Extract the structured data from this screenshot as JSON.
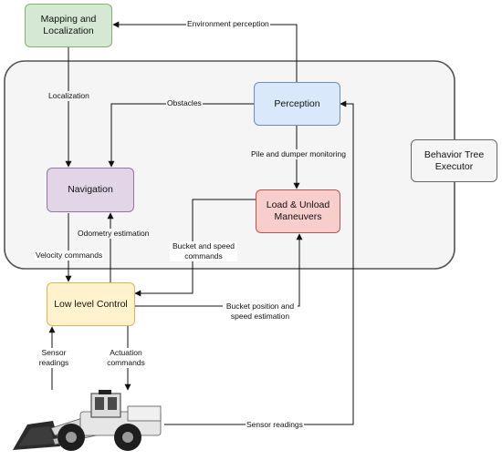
{
  "nodes": {
    "mapping": {
      "label": "Mapping and Localization",
      "fill": "#d5e8d4",
      "stroke": "#82b366"
    },
    "perception": {
      "label": "Perception",
      "fill": "#dae8fc",
      "stroke": "#6c8ebf"
    },
    "navigation": {
      "label": "Navigation",
      "fill": "#e1d5e7",
      "stroke": "#9673a6"
    },
    "load_unload": {
      "label": "Load & Unload Maneuvers",
      "fill": "#f8cecc",
      "stroke": "#b85450"
    },
    "low_level": {
      "label": "Low level Control",
      "fill": "#fff2cc",
      "stroke": "#d6b656"
    },
    "behavior_tree": {
      "label": "Behavior Tree Executor",
      "fill": "#f5f5f5",
      "stroke": "#666666"
    }
  },
  "edges": {
    "environment_perception": "Environment perception",
    "localization": "Localization",
    "obstacles": "Obstacles",
    "pile_dumper": "Pile and dumper monitoring",
    "odometry": "Odometry estimation",
    "velocity_commands": "Velocity commands",
    "bucket_speed_commands": "Bucket and speed commands",
    "bucket_position_speed": "Bucket position and speed estimation",
    "sensor_readings_left": "Sensor readings",
    "actuation_commands": "Actuation commands",
    "sensor_readings_right": "Sensor readings"
  },
  "colors": {
    "container_fill": "#f5f5f5",
    "container_stroke": "#555555",
    "edge": "#111111"
  }
}
